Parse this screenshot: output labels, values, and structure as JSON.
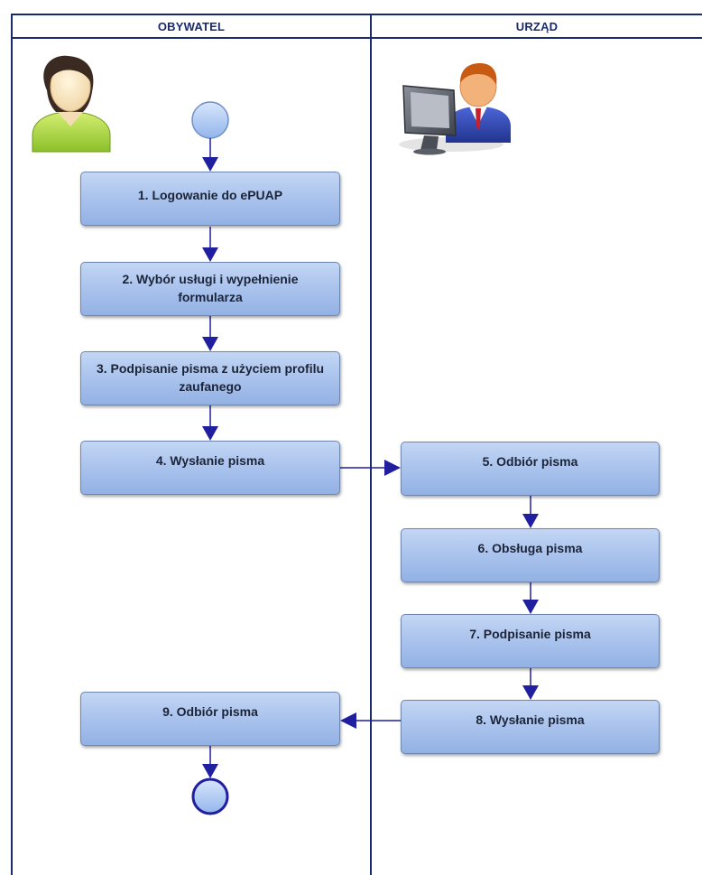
{
  "lanes": {
    "left": "OBYWATEL",
    "right": "URZĄD"
  },
  "steps": {
    "s1": "1. Logowanie do ePUAP",
    "s2": "2. Wybór usługi i wypełnienie formularza",
    "s3": "3. Podpisanie pisma z użyciem profilu zaufanego",
    "s4": "4. Wysłanie pisma",
    "s5": "5. Odbiór pisma",
    "s6": "6. Obsługa pisma",
    "s7": "7. Podpisanie pisma",
    "s8": "8. Wysłanie pisma",
    "s9": "9. Odbiór pisma"
  },
  "icons": {
    "citizen": "citizen-woman-icon",
    "office": "office-clerk-computer-icon"
  },
  "colors": {
    "lane_line": "#1a2a6c",
    "arrow": "#1f1fa0",
    "box_fill_top": "#c3d6f4",
    "box_fill_bottom": "#93b1e4",
    "circle_fill": "#a9c6f2"
  }
}
